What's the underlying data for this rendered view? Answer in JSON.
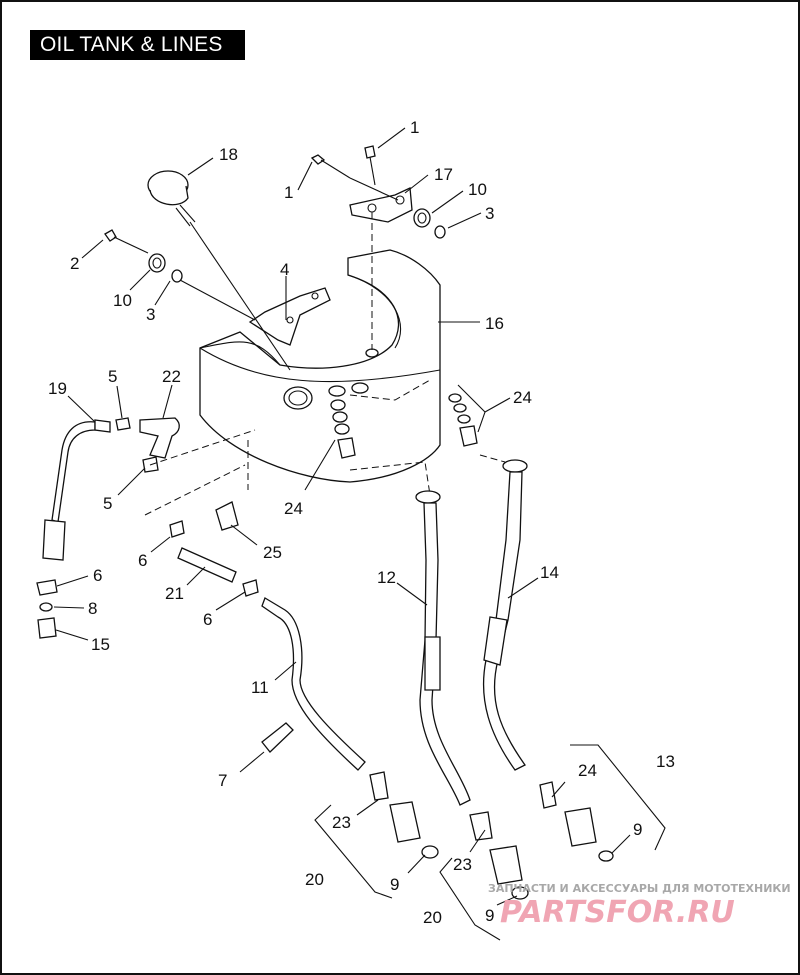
{
  "title": "OIL TANK & LINES",
  "callouts": {
    "c1a": "1",
    "c1b": "1",
    "c18": "18",
    "c17": "17",
    "c10a": "10",
    "c3a": "3",
    "c2": "2",
    "c10b": "10",
    "c3b": "3",
    "c4": "4",
    "c16": "16",
    "c19": "19",
    "c5a": "5",
    "c22": "22",
    "c24a": "24",
    "c5b": "5",
    "c24b": "24",
    "c6a": "6",
    "c25": "25",
    "c6b": "6",
    "c8": "8",
    "c15": "15",
    "c21": "21",
    "c6c": "6",
    "c12": "12",
    "c14": "14",
    "c11": "11",
    "c7": "7",
    "c13": "13",
    "c24c": "24",
    "c23a": "23",
    "c9a": "9",
    "c20a": "20",
    "c9b": "9",
    "c23b": "23",
    "c20b": "20",
    "c9c": "9"
  },
  "watermark": {
    "subtitle": "ЗАПЧАСТИ И АКСЕССУАРЫ ДЛЯ МОТОТЕХНИКИ",
    "logo": "PARTSFOR.RU"
  }
}
